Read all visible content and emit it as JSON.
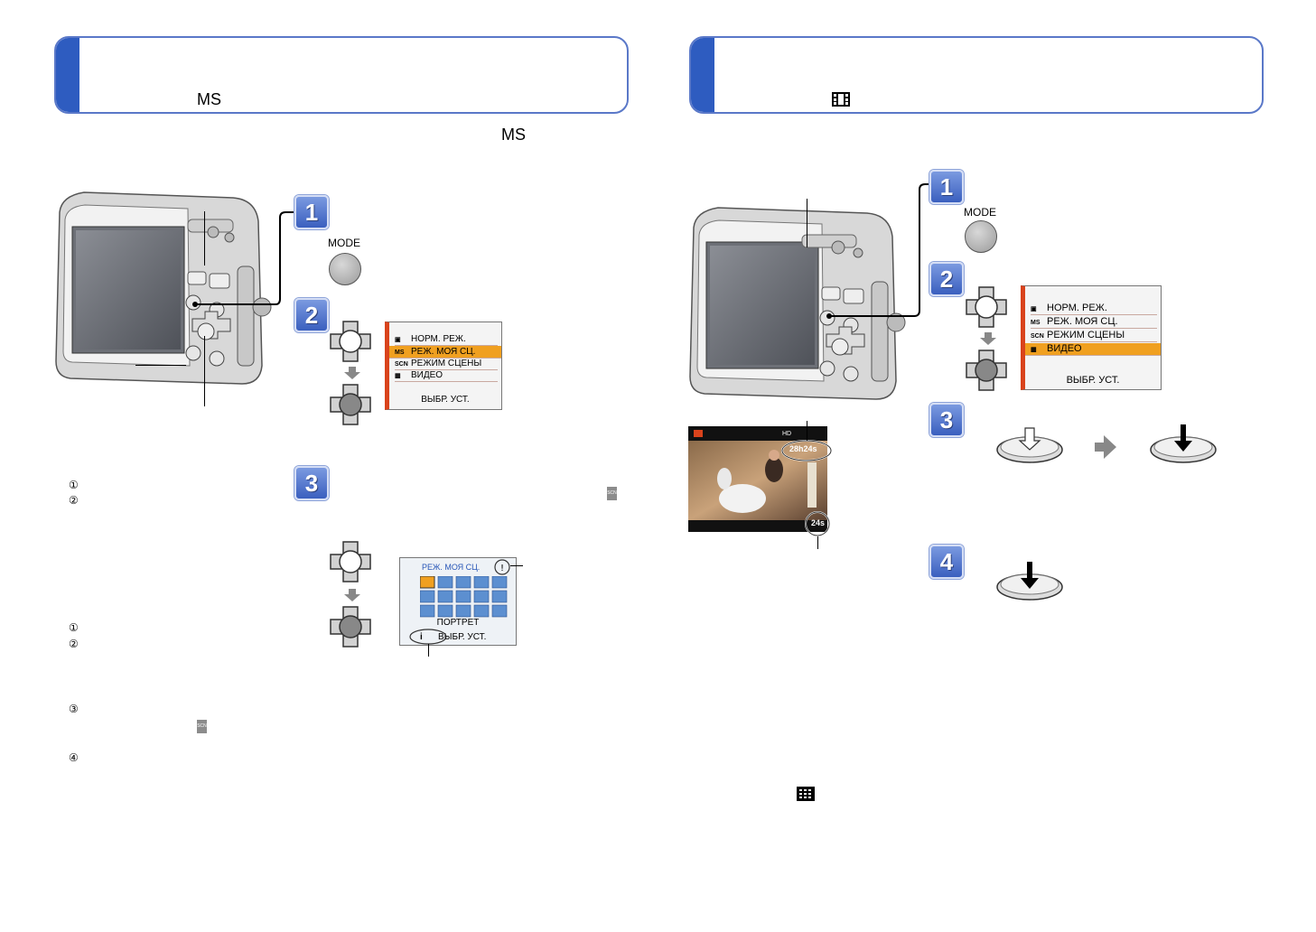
{
  "left_page": {
    "title_icon_text": "MS",
    "intro_icon_text": "MS",
    "step1": {
      "number": "1",
      "mode_label": "MODE"
    },
    "step2": {
      "number": "2",
      "menu": {
        "items": [
          {
            "icon": "camera-icon",
            "label": "НОРМ. РЕЖ."
          },
          {
            "icon": "MS",
            "label": "РЕЖ. МОЯ СЦ."
          },
          {
            "icon": "SCN",
            "label": "РЕЖИМ СЦЕНЫ"
          },
          {
            "icon": "film-icon",
            "label": "ВИДЕО"
          }
        ],
        "selected_index": 1,
        "footer": "ВЫБР. УСТ."
      }
    },
    "step3": {
      "number": "3",
      "scn_icon": "SCN",
      "scene_menu": {
        "header": "РЕЖ. МОЯ СЦ.",
        "caption": "ПОРТРЕТ",
        "footer": "ВЫБР. УСТ.",
        "info_icon": "i"
      }
    },
    "circled_numbers_a": [
      "①",
      "②"
    ],
    "circled_numbers_b": [
      "①",
      "②",
      "③",
      "④"
    ],
    "scn_icon_bottom": "SCN"
  },
  "right_page": {
    "step1": {
      "number": "1",
      "mode_label": "MODE"
    },
    "step2": {
      "number": "2",
      "menu": {
        "items": [
          {
            "icon": "camera-icon",
            "label": "НОРМ. РЕЖ."
          },
          {
            "icon": "MS",
            "label": "РЕЖ. МОЯ СЦ."
          },
          {
            "icon": "SCN",
            "label": "РЕЖИМ СЦЕНЫ"
          },
          {
            "icon": "film-icon",
            "label": "ВИДЕО"
          }
        ],
        "selected_index": 3,
        "footer": "ВЫБР. УСТ."
      }
    },
    "step3": {
      "number": "3"
    },
    "step4": {
      "number": "4"
    },
    "lcd": {
      "hd": "HD",
      "remaining": "28h24s",
      "elapsed": "24s"
    }
  },
  "colors": {
    "accent_blue": "#2e5cc0",
    "menu_highlight": "#f0a020",
    "menu_border": "#d9431c"
  }
}
